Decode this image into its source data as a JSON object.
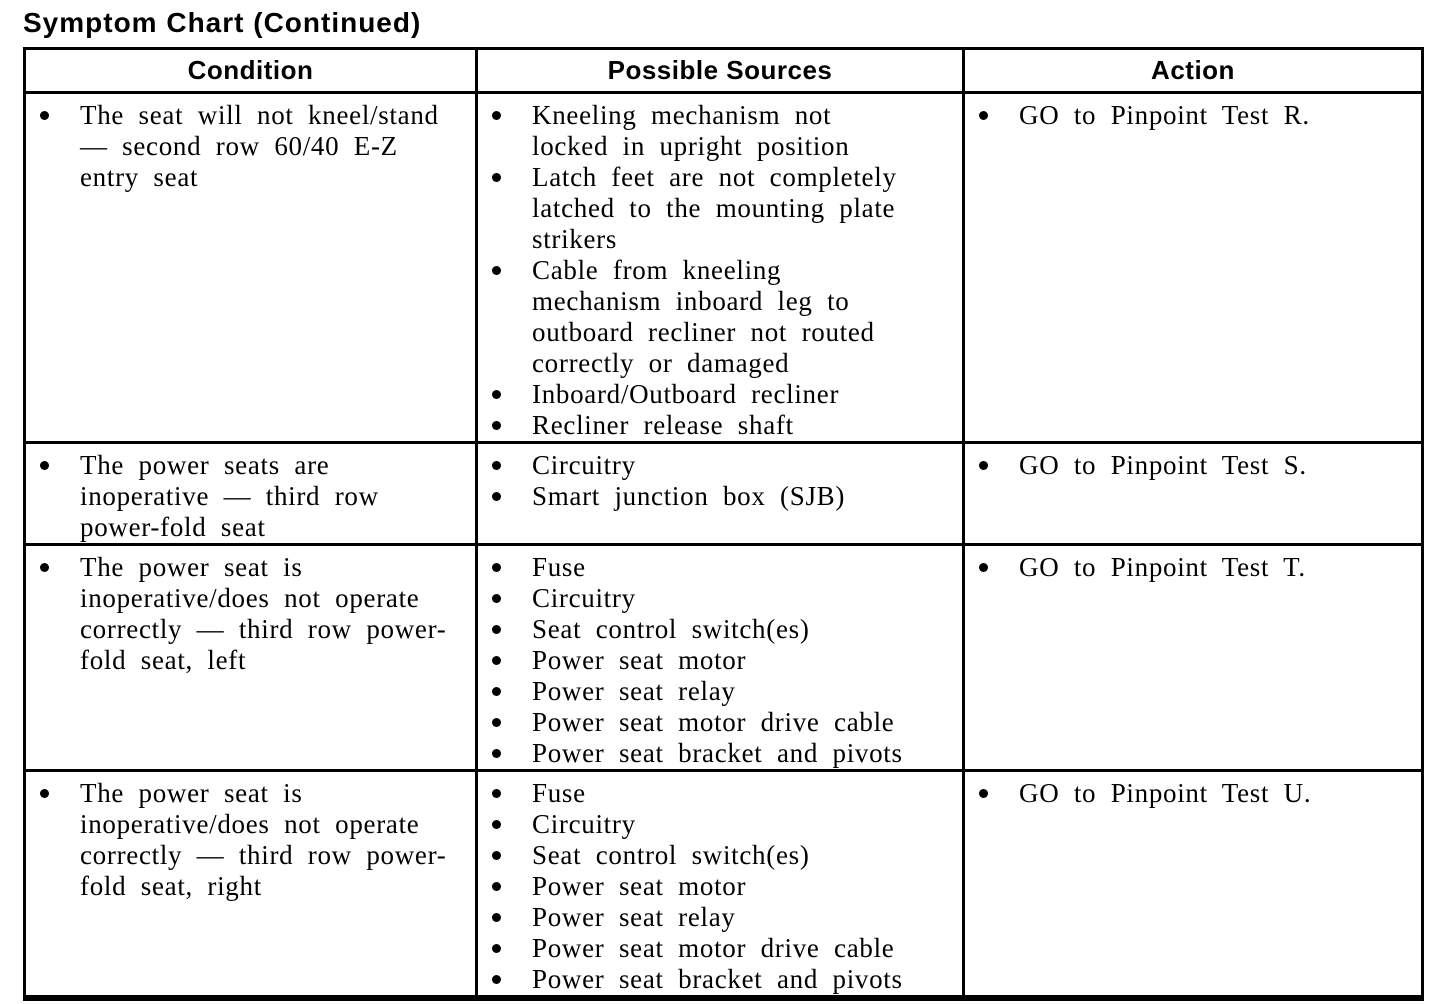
{
  "title": "Symptom Chart (Continued)",
  "colors": {
    "text": "#000000",
    "background": "#ffffff",
    "border": "#000000"
  },
  "table": {
    "headers": {
      "condition": "Condition",
      "sources": "Possible Sources",
      "action": "Action"
    },
    "rows": [
      {
        "condition": [
          "The seat will not kneel/stand — second row 60/40 E-Z entry seat"
        ],
        "sources": [
          "Kneeling mechanism not locked in upright position",
          "Latch feet are not completely latched to the mounting plate strikers",
          "Cable from kneeling mechanism inboard leg to outboard recliner not routed correctly or damaged",
          "Inboard/Outboard recliner",
          "Recliner release shaft"
        ],
        "action": [
          "GO to Pinpoint Test R."
        ]
      },
      {
        "condition": [
          "The power seats are inoperative — third row power-fold seat"
        ],
        "sources": [
          "Circuitry",
          "Smart junction box (SJB)"
        ],
        "action": [
          "GO to Pinpoint Test S."
        ]
      },
      {
        "condition": [
          "The power seat is inoperative/does not operate correctly — third row power-fold seat, left"
        ],
        "sources": [
          "Fuse",
          "Circuitry",
          "Seat control switch(es)",
          "Power seat motor",
          "Power seat relay",
          "Power seat motor drive cable",
          "Power seat bracket and pivots"
        ],
        "action": [
          "GO to Pinpoint Test T."
        ]
      },
      {
        "condition": [
          "The power seat is inoperative/does not operate correctly — third row power-fold seat, right"
        ],
        "sources": [
          "Fuse",
          "Circuitry",
          "Seat control switch(es)",
          "Power seat motor",
          "Power seat relay",
          "Power seat motor drive cable",
          "Power seat bracket and pivots"
        ],
        "action": [
          "GO to Pinpoint Test U."
        ]
      }
    ]
  }
}
